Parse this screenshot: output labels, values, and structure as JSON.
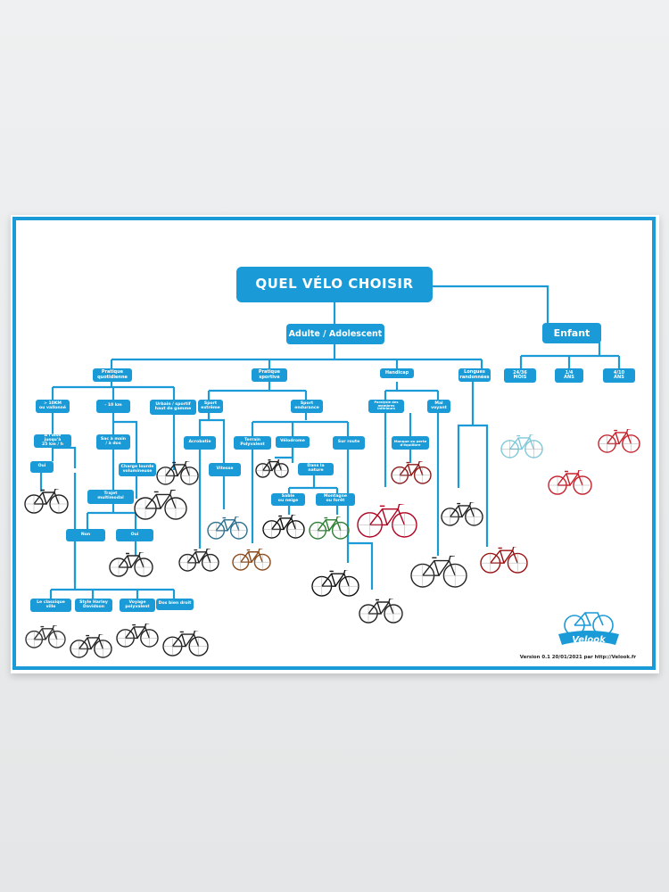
{
  "poster": {
    "title": "QUEL VÉLO CHOISIR",
    "adult": "Adulte / Adolescent",
    "child": "Enfant",
    "footer": "Version 0.1 20/01/2021 par http://Velook.fr",
    "logo_text": "Velook"
  },
  "categories": {
    "pratique": "Pratique\nquotidienne",
    "sportive": "Pratique\nsportive",
    "handicap": "Handicap",
    "randonnees": "Longues\nrandonnées",
    "age1": "24/36\nMOIS",
    "age2": "1/4\nANS",
    "age3": "4/10\nANS"
  },
  "nodes": {
    "km10plus": "> 10KM\nou vallonné",
    "km10minus": "- 10 km",
    "urbain": "Urbain / sportif\nhaut de gamme",
    "alleur": "A l'aise jusqu'à\n25 km / h",
    "amain": "Sac à main\n/ à dos",
    "charge": "Charge lourde\nvolumineuse",
    "oui1": "Oui",
    "trajet": "Trajet\nmultimodal",
    "non": "Non",
    "oui2": "Oui",
    "classique": "Le classique\nville",
    "harley": "Style Harley\nDavidson",
    "voyage": "Voyage\npolyvalent",
    "dosdroit": "Dos bien droit",
    "extreme": "Sport\nextrême",
    "endurance": "Sport\nendurance",
    "acrobatie": "Acrobatie",
    "vitesse": "Vitesse",
    "terrain": "Terrain\nPolyvalent",
    "velodrome": "Vélodrome",
    "surroute": "Sur route",
    "nature": "Dans la nature",
    "sable": "Sable\nou neige",
    "montagne": "Montagne\nou forêt",
    "paralysie": "Paralysie des\nmembres inférieurs",
    "malvoyant": "Mal\nvoyant",
    "manque": "Manque ou perte\nd'équilibre"
  },
  "colors": {
    "accent": "#1a9ad6",
    "bike_dark": "#222222",
    "child_blue": "#7fc8d8",
    "child_red": "#c8202c"
  }
}
